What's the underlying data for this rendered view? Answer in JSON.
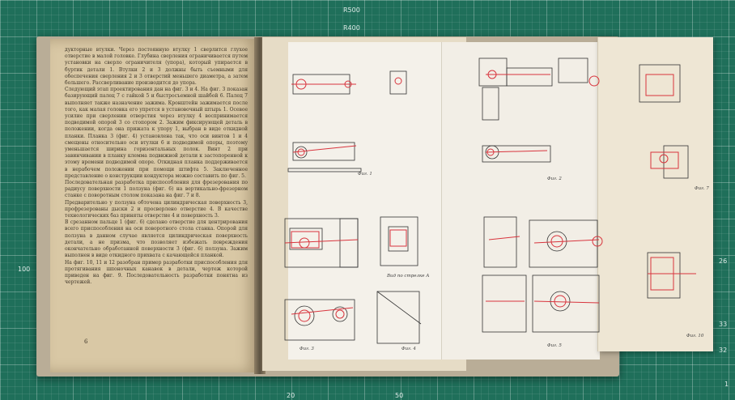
{
  "ruler_marks": {
    "top": [
      "R500",
      "R400"
    ],
    "left": [
      "100"
    ],
    "right": [
      "26",
      "33",
      "32",
      "1"
    ],
    "bottom": [
      "20",
      "50"
    ]
  },
  "left_page": {
    "paragraph": "дукторные втулки. Через постоянную втулку 1 сверлится глухое отверстие в малой головке. Глубина сверления ограничивается путем установки на сверло ограничителя (упора), который упирается в буртик детали 1. Втулки 2 и 3 должны быть съемными для обеспечения сверления 2 и 3 отверстий меньшего диаметра, а затем большего. Рассверливание производится до упора.\nСледующий этап проектирования дан на фиг. 3 и 4. На фиг. 3 показан базирующий палец 7 с гайкой 5 и быстросъемной шайбой 6. Палец 7 выполняет также назначение зажима. Кронштейн зажимается после того, как малая головка его упрется в установочный штырь 1. Осевое усилие при сверлении отверстия через втулку 4 воспринимается подводимой опорой 3 со стопором 2. Зажим фиксирующей деталь в положении, когда она прижата к упору 1, выбран в виде откидной планки. Планка 3 (фиг. 4) установлена так, что оси винтов 1 и 4 смещены относительно оси втулки 6 и подводимой опоры, поэтому уменьшается ширина горизонтальных полок. Винт 2 при завинчивании в планку клемма подвижной детали к застопоренной к этому времени подводимой опоре. Откидная планка поддерживается в нерабочем положении при помощи штифта 5. Заключенное представление о конструкции кондуктора можно составить по фиг. 5.\nПоследовательная разработка приспособления для фрезерования по радиусу поверхности 1 ползуна (фиг. 6) на вертикально-фрезерном станке с поворотным столом показана на фиг. 7 и 8.\nПредварительно у ползуна обточена цилиндрическая поверхность 3, профрезерованы дыски 2 и просверлено отверстие 4. В качестве технологических баз приняты отверстие 4 и поверхность 3.\nВ срезанном пальце 1 (фиг. 6) сделано отверстие для центрирования всего приспособления на оси поворотного стола станка. Опорой для ползуна в данном случае является цилиндрическая поверхность детали, а не призма, что позволяет избежать повреждения окончательно обработанной поверхности 3 (фиг. 6) ползуна. Зажим выполнен в виде откидного прихвата с качающейся планкой.\nНа фиг. 10, 11 и 12 разобран пример разработки приспособления для протягивания шпоночных канавок в детали, чертеж которой приведен на фиг. 9. Последовательность разработки понятна из чертежей.",
    "page_number": "6"
  },
  "captions": {
    "fig1": "Фиг. 1",
    "fig2": "Фиг. 2",
    "fig3": "Фиг. 3",
    "fig4": "Фиг. 4",
    "fig5": "Фиг. 5",
    "fig7": "Фиг. 7",
    "fig10": "Фиг. 10",
    "view_a": "Вид по стрелке А"
  },
  "colors": {
    "mat": "#1f6f5a",
    "page_left": "#d9c8a5",
    "foldout": "#f4f1ea",
    "ink": "#3c3326",
    "red_lines": "#d8343d"
  }
}
